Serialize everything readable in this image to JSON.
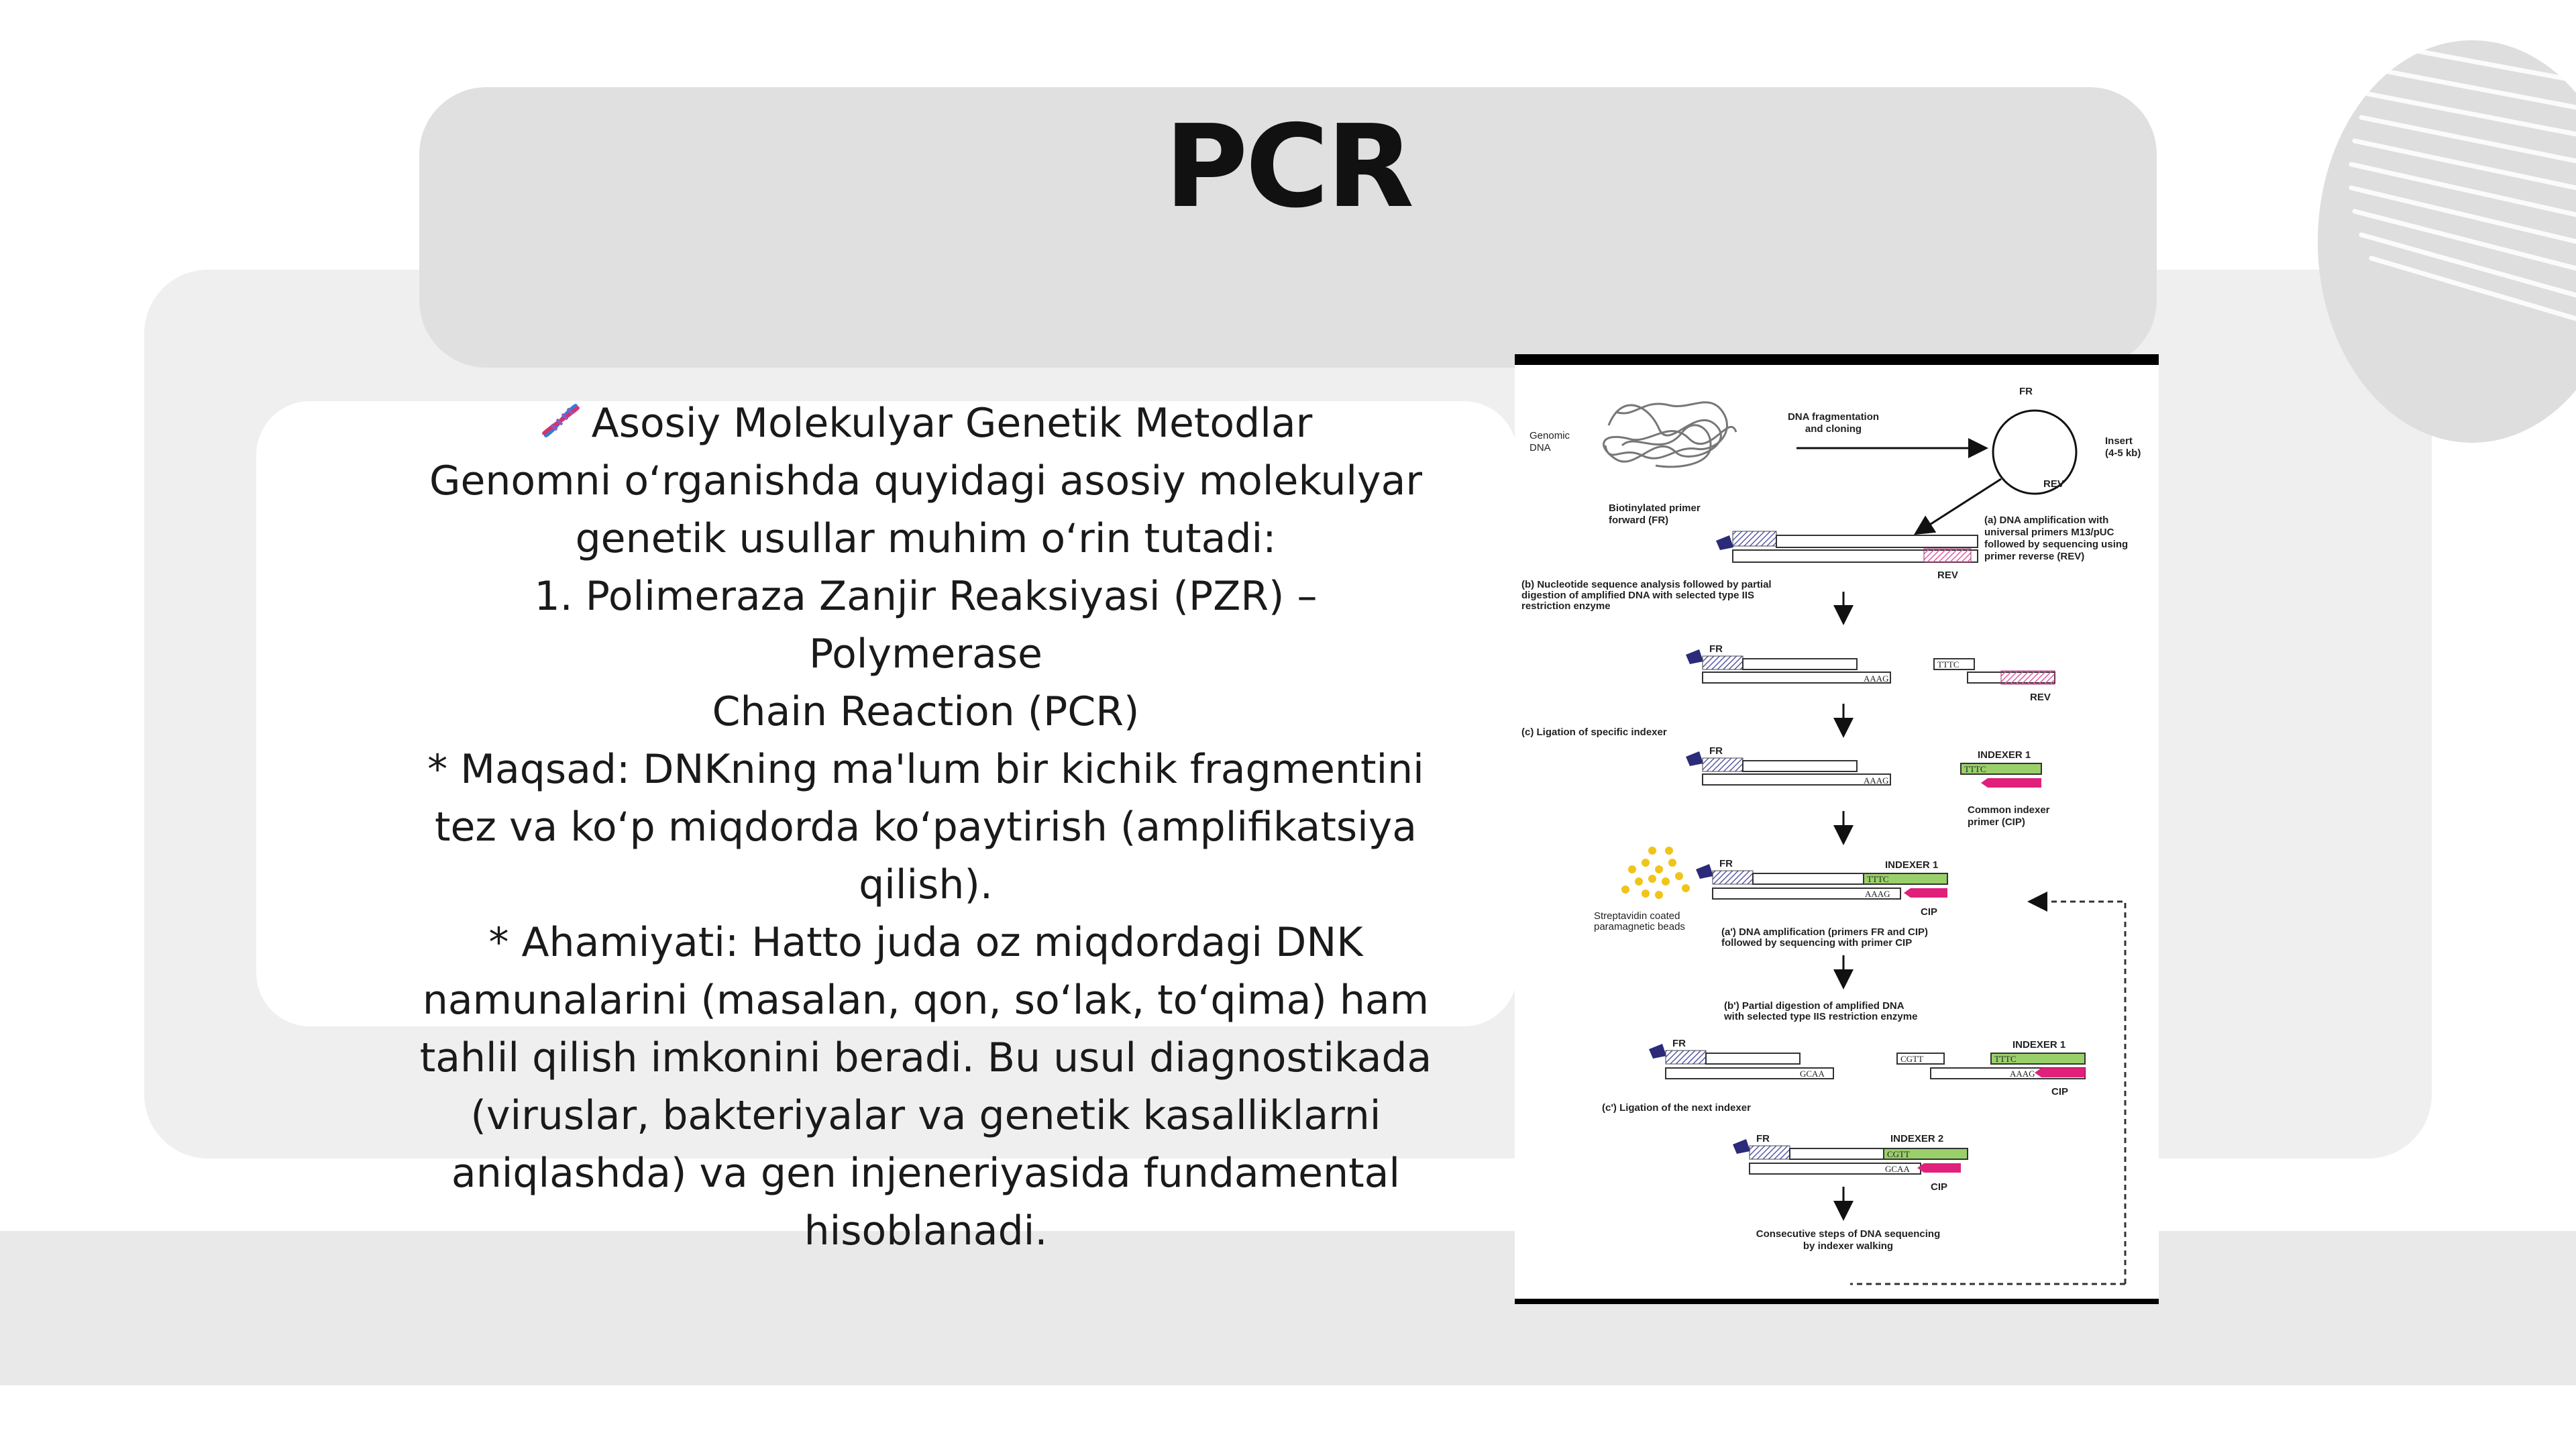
{
  "slide": {
    "title": "PCR",
    "lines": [
      "Asosiy Molekulyar Genetik Metodlar",
      "Genomni o‘rganishda quyidagi asosiy molekulyar",
      "genetik usullar muhim o‘rin tutadi:",
      "1. Polimeraza Zanjir Reaksiyasi (PZR) – Polymerase",
      "Chain Reaction (PCR)",
      " * Maqsad: DNKning ma'lum bir kichik fragmentini",
      "tez va ko‘p miqdorda ko‘paytirish (amplifikatsiya",
      "qilish).",
      " * Ahamiyati: Hatto juda oz miqdordagi DNK",
      "namunalarini (masalan, qon, so‘lak, to‘qima) ham",
      "tahlil qilish imkonini beradi. Bu usul diagnostikada",
      "(viruslar, bakteriyalar va genetik kasalliklarni",
      "aniqlashda) va gen injeneriyasida fundamental",
      "hisoblanadi."
    ],
    "dna_icon": "dna-icon"
  },
  "figure": {
    "genomic_dna": [
      "Genomic",
      "DNA"
    ],
    "fragmentation": [
      "DNA fragmentation",
      "and cloning"
    ],
    "fr": "FR",
    "rev": "REV",
    "insert": [
      "Insert",
      "(4-5 kb)"
    ],
    "biotinylated": [
      "Biotinylated primer",
      "forward (FR)"
    ],
    "step_a": [
      "(a) DNA amplification with",
      "universal primers M13/pUC",
      "followed by sequencing using",
      "primer reverse (REV)"
    ],
    "step_b": [
      "(b) Nucleotide sequence analysis followed by partial",
      "digestion of amplified DNA with selected  type IIS",
      "restriction enzyme"
    ],
    "step_c": "(c) Ligation of specific indexer",
    "indexer1": "INDEXER 1",
    "indexer2": "INDEXER 2",
    "cip_label": [
      "Common indexer",
      "primer (CIP)"
    ],
    "cip": "CIP",
    "streptavidin": [
      "Streptavidin coated",
      "paramagnetic beads"
    ],
    "step_a2": [
      "(a') DNA amplification (primers FR and CIP)",
      "followed by sequencing with primer CIP"
    ],
    "step_b2": [
      "(b') Partial digestion of amplified DNA",
      "with selected type IIS restriction enzyme"
    ],
    "step_c2": "(c') Ligation of the next indexer",
    "consecutive": [
      "Consecutive steps of DNA sequencing",
      "by indexer walking"
    ],
    "seq_aaag": "AAAG",
    "seq_tttc": "TTTC",
    "seq_cgtt": "CGTT",
    "seq_gcaa": "GCAA"
  }
}
